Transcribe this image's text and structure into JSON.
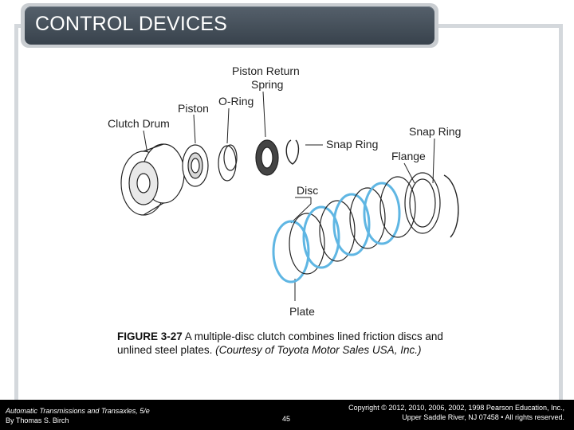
{
  "slide": {
    "title": "CONTROL DEVICES"
  },
  "figure": {
    "labels": {
      "piston_return_spring_1": "Piston Return",
      "piston_return_spring_2": "Spring",
      "o_ring": "O-Ring",
      "piston": "Piston",
      "clutch_drum": "Clutch Drum",
      "snap_ring_right": "Snap Ring",
      "snap_ring_mid": "Snap Ring",
      "flange": "Flange",
      "disc": "Disc",
      "plate": "Plate"
    },
    "colors": {
      "plate": "#5fb6e3",
      "line": "#222222"
    }
  },
  "caption": {
    "figure_number": "FIGURE 3-27",
    "text": " A multiple-disc clutch combines lined friction discs and unlined steel plates. ",
    "credit": "(Courtesy of Toyota Motor Sales USA, Inc.)"
  },
  "footer": {
    "book_line1": "Automatic Transmissions and Transaxles, 5/e",
    "book_line2": "By Thomas S. Birch",
    "page": "45",
    "copyright_line1": "Copyright © 2012, 2010, 2006, 2002, 1998 Pearson Education, Inc.,",
    "copyright_line2": "Upper Saddle River, NJ 07458 • All rights reserved."
  }
}
